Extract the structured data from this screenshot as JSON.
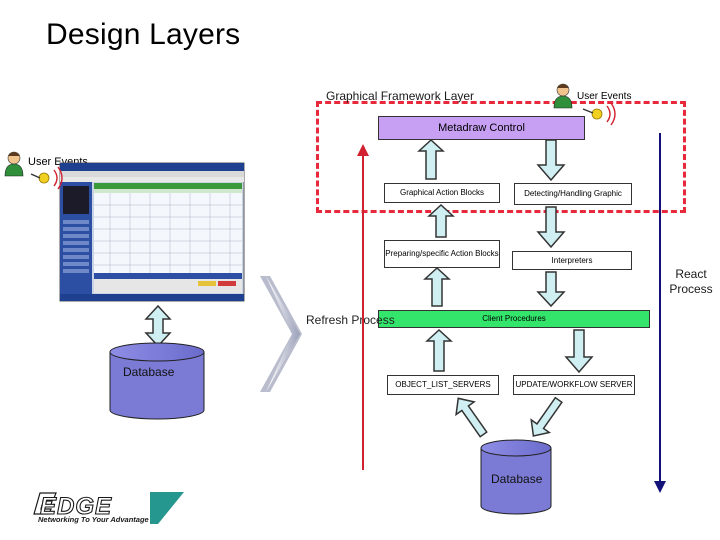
{
  "title": "Design Layers",
  "graphical_framework_layer": "Graphical Framework Layer",
  "user_events_top": "User Events",
  "user_events_left": "User Events",
  "metadraw_control": "Metadraw Control",
  "graphical_action_blocks": "Graphical Action Blocks",
  "detecting_handling_graphic": "Detecting/Handling Graphic",
  "preparing_specific_action_blocks": "Preparing/specific Action Blocks",
  "interpreters": "Interpreters",
  "react_process": "React Process",
  "refresh_process": "Refresh Process",
  "client_procedures": "Client Procedures",
  "object_list_servers": "OBJECT_LIST_SERVERS",
  "update_workflow_server": "UPDATE/WORKFLOW SERVER",
  "database_left": "Database",
  "database_bottom": "Database",
  "logo_name": "EDGE",
  "logo_tagline": "Networking To Your Advantage",
  "colors": {
    "dashed_region": "#e8283b",
    "metadraw_fill": "#c7a0f4",
    "client_fill": "#33e66b",
    "database_fill": "#7b7bd6",
    "arrow_fill": "#cfeff2",
    "refresh_line": "#d1202f",
    "react_line": "#12127a"
  },
  "icons": [
    "user-events-icon",
    "user-events-icon",
    "screenshot-thumbnail",
    "database-cylinder",
    "database-cylinder",
    "edge-logo"
  ]
}
